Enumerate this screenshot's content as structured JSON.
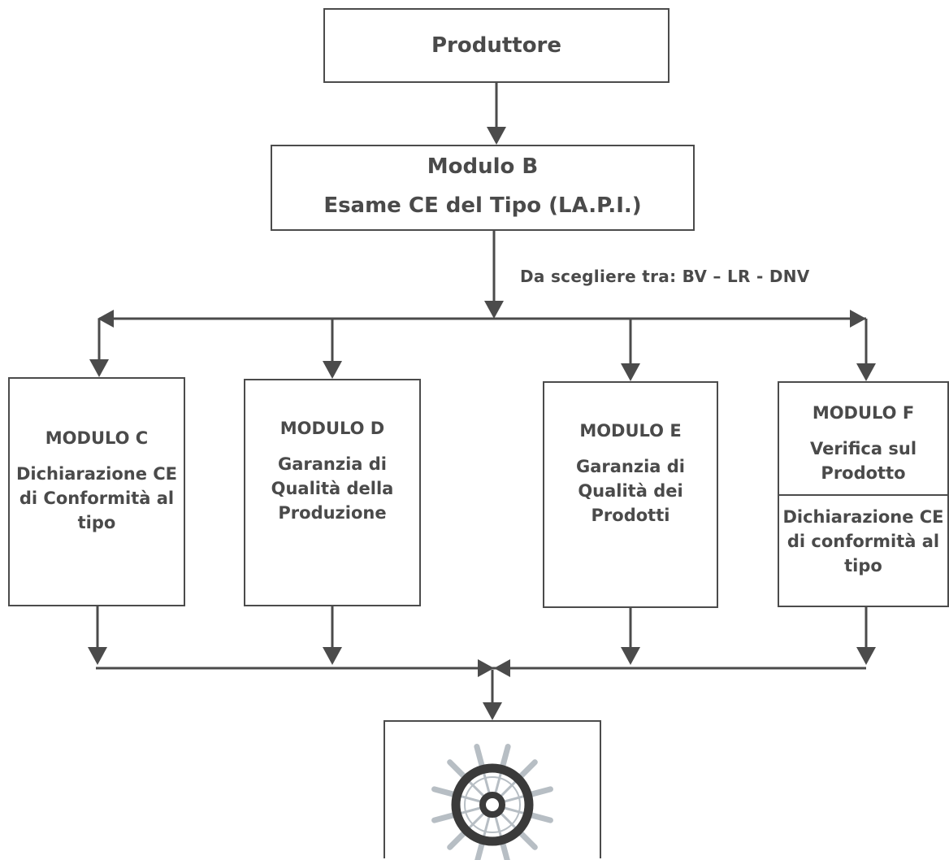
{
  "producer": {
    "label": "Produttore"
  },
  "module_b": {
    "title": "Modulo B",
    "subtitle": "Esame CE del Tipo (LA.P.I.)"
  },
  "choose_note": "Da scegliere tra: BV – LR - DNV",
  "modules": [
    {
      "title": "MODULO C",
      "text": "Dichiarazione CE di Conformità al tipo"
    },
    {
      "title": "MODULO D",
      "text": "Garanzia di Qualità della Produzione"
    },
    {
      "title": "MODULO E",
      "text": "Garanzia di Qualità dei Prodotti"
    },
    {
      "title": "MODULO F",
      "text": "Verifica sul Prodotto",
      "text_lower": "Dichiarazione CE di conformità al tipo"
    }
  ],
  "colors": {
    "line": "#4b4b4b",
    "text": "#4a4a4a",
    "seal_dark": "#3a3a3a",
    "seal_light": "#b7bec4"
  },
  "icons": {
    "seal": "ship-wheel-icon"
  }
}
